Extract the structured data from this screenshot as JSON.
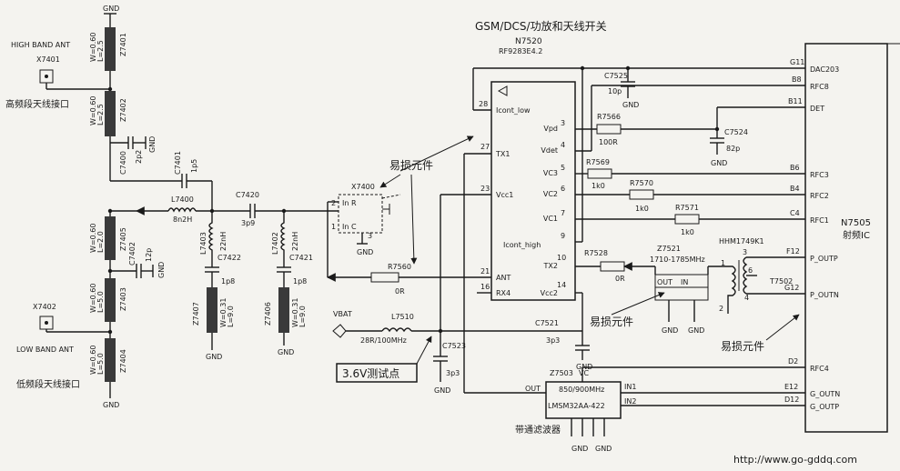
{
  "title": "GSM/DCS/功放和天线开关",
  "footer_url": "http://www.go-gddq.com",
  "notes": {
    "fragile": "易损元件",
    "test_point": "3.6V测试点",
    "filter_label": "带通滤波器"
  },
  "gnd": "GND",
  "antennas": {
    "high_title": "HIGH BAND ANT",
    "high_ref": "X7401",
    "high_cn": "高频段天线接口",
    "low_title": "LOW BAND ANT",
    "low_ref": "X7402",
    "low_cn": "低频段天线接口"
  },
  "microstrips": [
    {
      "ref": "Z7401",
      "w": "W=0.60",
      "l": "L=2.5"
    },
    {
      "ref": "Z7402",
      "w": "W=0.60",
      "l": "L=2.5"
    },
    {
      "ref": "Z7405",
      "w": "W=0.60",
      "l": "L=2.0"
    },
    {
      "ref": "Z7403",
      "w": "W=0.60",
      "l": "L=5.0"
    },
    {
      "ref": "Z7404",
      "w": "W=0.60",
      "l": "L=5.0"
    },
    {
      "ref": "Z7407",
      "w": "W=0.31",
      "l": "L=9.0"
    },
    {
      "ref": "Z7406",
      "w": "W=0.31",
      "l": "L=9.0"
    }
  ],
  "passives": {
    "c7400": {
      "ref": "C7400",
      "val": "2p2"
    },
    "c7401": {
      "ref": "C7401",
      "val": "1p5"
    },
    "l7400": {
      "ref": "L7400",
      "val": "8n2H"
    },
    "c7420": {
      "ref": "C7420",
      "val": "3p9"
    },
    "l7403": {
      "ref": "L7403",
      "val": "22nH"
    },
    "l7402": {
      "ref": "L7402",
      "val": "22nH"
    },
    "c7402": {
      "ref": "C7402",
      "val": "12p"
    },
    "c7422": {
      "ref": "C7422",
      "val": "1p8"
    },
    "c7421": {
      "ref": "C7421",
      "val": "1p8"
    },
    "r7560": {
      "ref": "R7560",
      "val": "0R"
    },
    "l7510": {
      "ref": "L7510",
      "val": "28R/100MHz"
    },
    "c7523": {
      "ref": "C7523",
      "val": "3p3"
    },
    "c7521": {
      "ref": "C7521",
      "val": "3p3"
    },
    "c7525": {
      "ref": "C7525",
      "val": "10p"
    },
    "r7566": {
      "ref": "R7566",
      "val": "100R"
    },
    "c7524": {
      "ref": "C7524",
      "val": "82p"
    },
    "r7569": {
      "ref": "R7569",
      "val": "1k0"
    },
    "r7570": {
      "ref": "R7570",
      "val": "1k0"
    },
    "r7571": {
      "ref": "R7571",
      "val": "1k0"
    },
    "r7528": {
      "ref": "R7528",
      "val": "0R"
    }
  },
  "vbat": "VBAT",
  "switch": {
    "ref": "X7400",
    "p2": "2",
    "p1": "1",
    "p3": "3",
    "in_r": "In R",
    "in_c": "In C"
  },
  "pa": {
    "ref": "N7520",
    "part": "RF9283E4.2",
    "left_pins": [
      {
        "num": "28",
        "name": "Icont_low"
      },
      {
        "num": "27",
        "name": "TX1"
      },
      {
        "num": "23",
        "name": "Vcc1"
      },
      {
        "num": "21",
        "name": "ANT"
      },
      {
        "num": "16",
        "name": "RX4"
      }
    ],
    "right_pins": [
      {
        "num": "3",
        "name": "Vpd"
      },
      {
        "num": "4",
        "name": "Vdet"
      },
      {
        "num": "5",
        "name": "VC3"
      },
      {
        "num": "6",
        "name": "VC2"
      },
      {
        "num": "7",
        "name": "VC1"
      },
      {
        "num": "9",
        "name": "Icont_high"
      },
      {
        "num": "10",
        "name": "TX2"
      },
      {
        "num": "14",
        "name": "Vcc2"
      }
    ]
  },
  "z7521": {
    "ref": "Z7521",
    "freq": "1710-1785MHz",
    "out": "OUT",
    "in": "IN"
  },
  "balun": {
    "ref": "HHM1749K1",
    "t": "T7502",
    "p3": "3",
    "p1": "1",
    "p6": "6",
    "p4": "4",
    "p2": "2"
  },
  "z7503": {
    "ref": "Z7503",
    "vc": "VC",
    "out": "OUT",
    "freq": "850/900MHz",
    "part": "LMSM32AA-422",
    "in1": "IN1",
    "in2": "IN2"
  },
  "ic": {
    "ref": "N7505",
    "name": "射频IC",
    "pins": [
      {
        "ball": "G11",
        "name": "DAC203"
      },
      {
        "ball": "B8",
        "name": "RFC8"
      },
      {
        "ball": "B11",
        "name": "DET"
      },
      {
        "ball": "B6",
        "name": "RFC3"
      },
      {
        "ball": "B4",
        "name": "RFC2"
      },
      {
        "ball": "C4",
        "name": "RFC1"
      },
      {
        "ball": "F12",
        "name": "P_OUTP"
      },
      {
        "ball": "G12",
        "name": "P_OUTN"
      },
      {
        "ball": "D2",
        "name": "RFC4"
      },
      {
        "ball": "E12",
        "name": "G_OUTN"
      },
      {
        "ball": "D12",
        "name": "G_OUTP"
      }
    ]
  }
}
